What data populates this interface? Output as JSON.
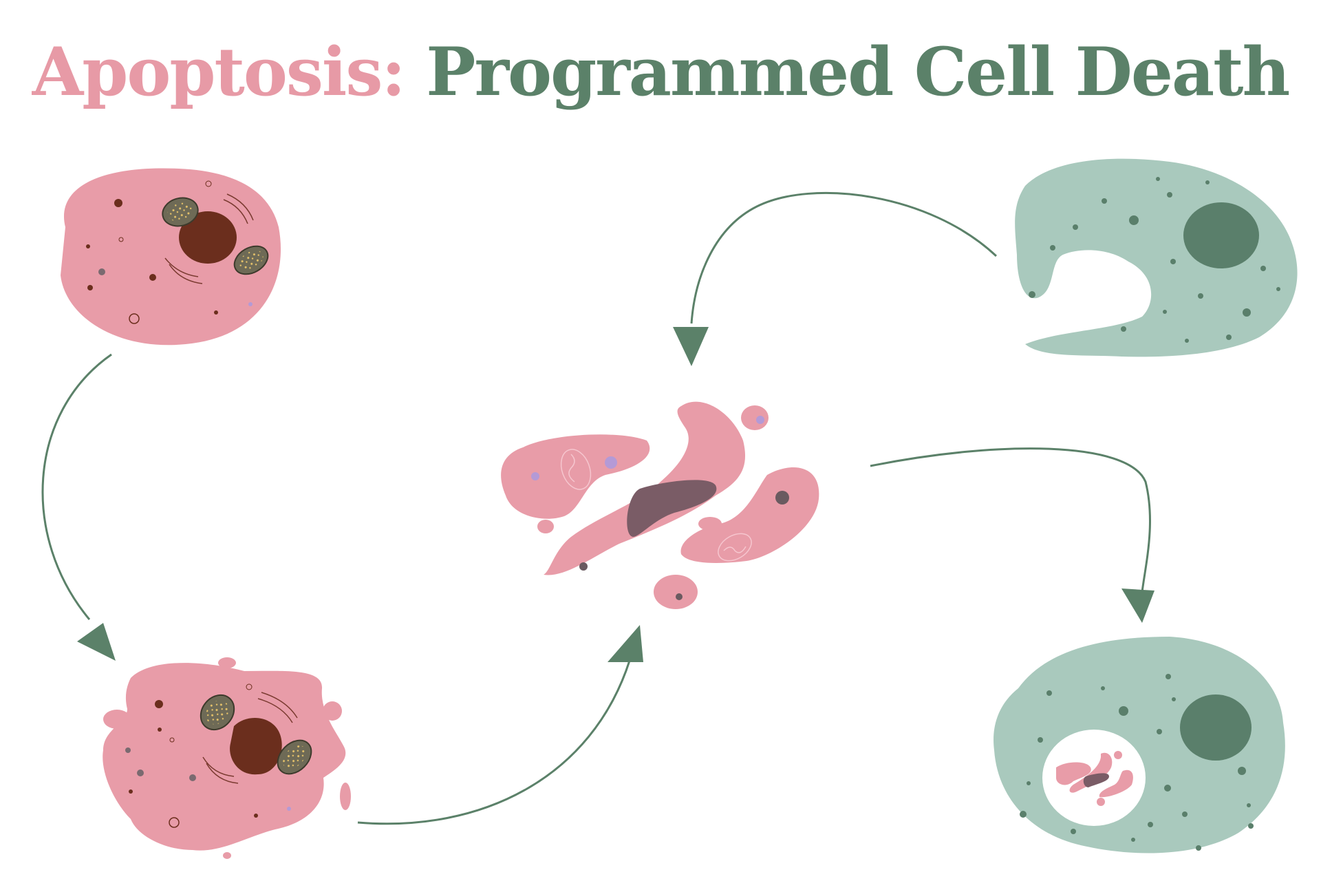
{
  "title": {
    "part1": "Apoptosis:",
    "part2": "Programmed Cell Death"
  },
  "colors": {
    "title_part1": "#e79aa6",
    "title_part2": "#5b8169",
    "cell_pink": "#e89ca8",
    "nucleus": "#6b2e1d",
    "phagocyte": "#a9c9bd",
    "phagocyte_nucleus": "#5a7f6b",
    "arrow": "#5b8169",
    "fragment_core": "#7a5c66"
  },
  "stages": [
    {
      "id": "healthy-cell"
    },
    {
      "id": "shrinking-blebbing-cell"
    },
    {
      "id": "apoptotic-bodies"
    },
    {
      "id": "phagocyte"
    },
    {
      "id": "phagocyte-engulfed-bodies"
    }
  ]
}
